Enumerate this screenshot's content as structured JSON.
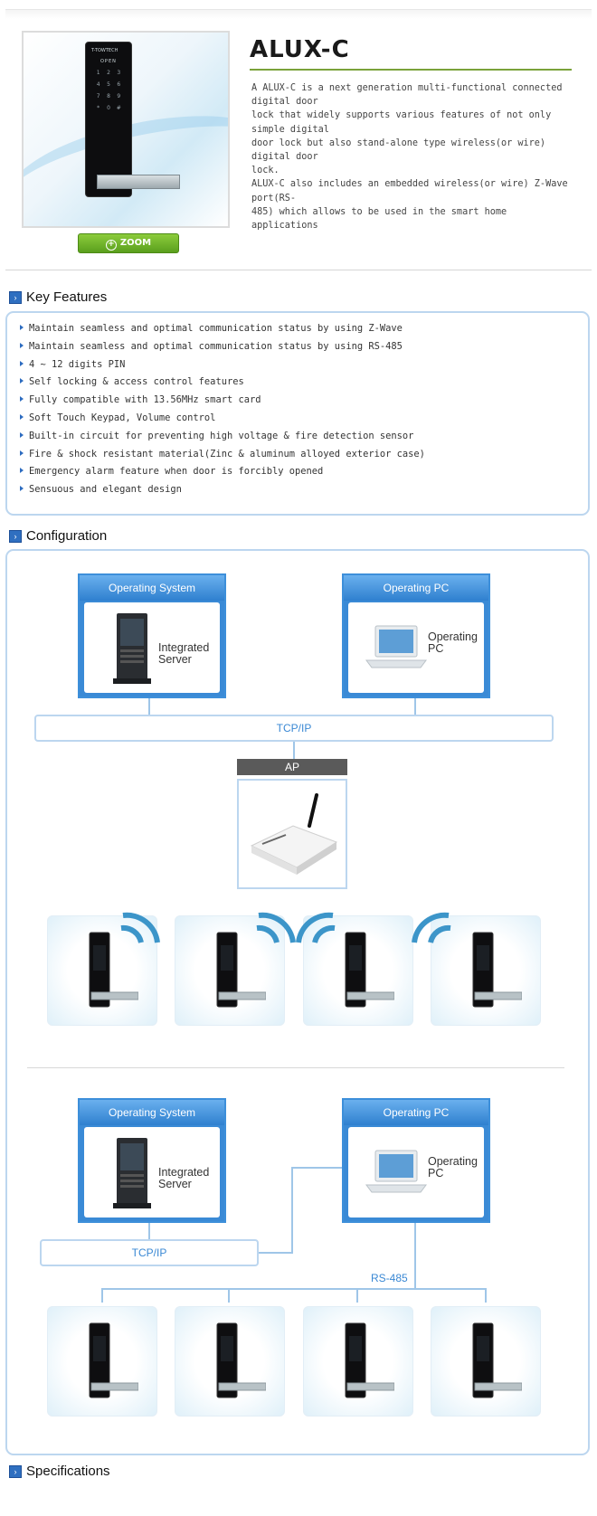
{
  "product": {
    "title": "ALUX-C",
    "zoom_label": "ZOOM",
    "description_lines": [
      "A ALUX-C is a next generation multi-functional connected digital door",
      "lock that widely supports various features of not only simple digital",
      "door lock but also stand-alone type wireless(or wire) digital door",
      "lock.",
      "ALUX-C also includes an embedded wireless(or wire) Z-Wave port(RS-",
      "485) which allows to be used in the smart home applications"
    ],
    "lock_brand": "T-TOWTECH",
    "lock_open": "OPEN",
    "lock_keys": [
      "1",
      "2",
      "3",
      "4",
      "5",
      "6",
      "7",
      "8",
      "9",
      "*",
      "0",
      "#"
    ]
  },
  "key_features": {
    "heading": "Key Features",
    "items": [
      "Maintain seamless and optimal communication status by using Z-Wave",
      "Maintain seamless and optimal communication status by using RS-485",
      "4 ~ 12 digits PIN",
      "Self locking & access control features",
      "Fully compatible with 13.56MHz smart card",
      "Soft Touch Keypad, Volume control",
      "Built-in circuit for preventing high voltage & fire detection sensor",
      "Fire & shock resistant material(Zinc & aluminum alloyed exterior case)",
      "Emergency alarm feature when door is forcibly opened",
      "Sensuous and elegant design"
    ]
  },
  "configuration": {
    "heading": "Configuration",
    "wireless": {
      "os_title": "Operating System",
      "os_label_1": "Integrated",
      "os_label_2": "Server",
      "pc_title": "Operating PC",
      "pc_label_1": "Operating",
      "pc_label_2": "PC",
      "bus_label": "TCP/IP",
      "ap_label": "AP"
    },
    "wired": {
      "os_title": "Operating System",
      "os_label_1": "Integrated",
      "os_label_2": "Server",
      "pc_title": "Operating PC",
      "pc_label_1": "Operating",
      "pc_label_2": "PC",
      "bus_label": "TCP/IP",
      "rs_label": "RS-485"
    }
  },
  "specifications": {
    "heading": "Specifications"
  },
  "colors": {
    "accent_blue": "#3a8ad6",
    "zoom_green": "#6ab52a",
    "title_rule": "#7aa23a",
    "box_border": "#bcd6ef"
  }
}
